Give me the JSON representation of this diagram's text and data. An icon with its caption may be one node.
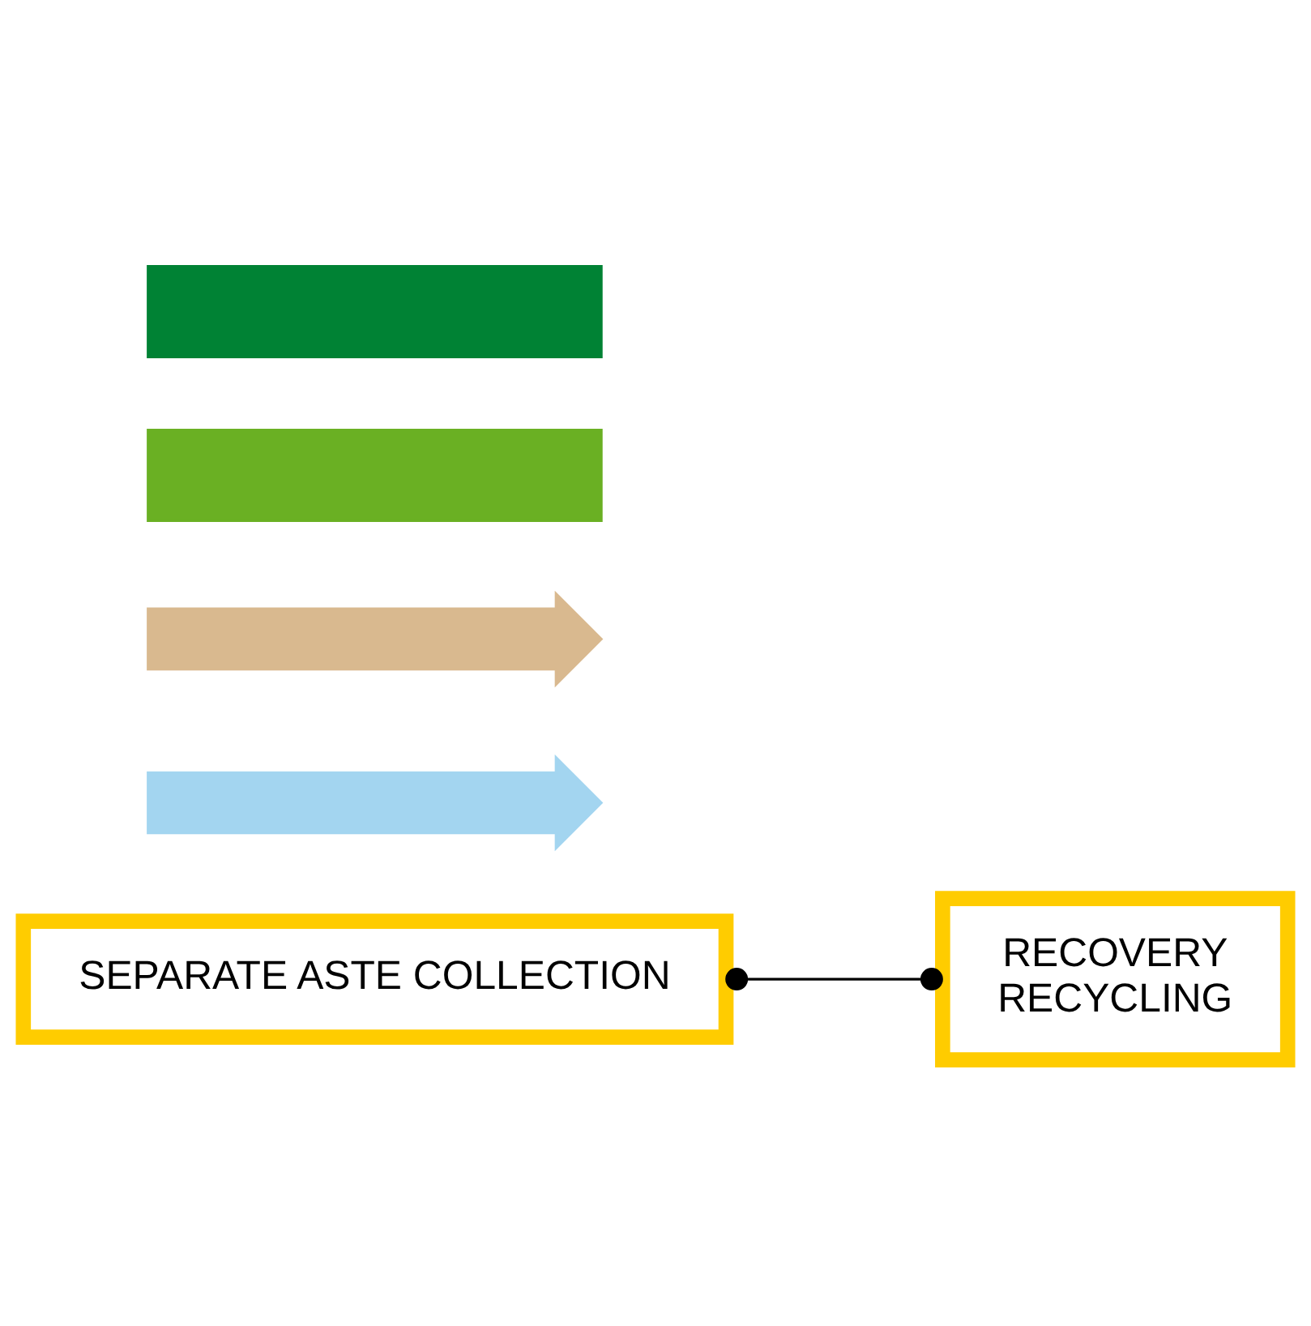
{
  "diagram": {
    "nodes": [
      {
        "text": [
          "SEPARATE ASTE COLLECTION"
        ]
      },
      {
        "text": [
          "RECOVERY",
          "RECYCLING"
        ]
      },
      {
        "text": [],
        "shape": "arrow"
      },
      {
        "text": [],
        "shape": "arrow"
      },
      {
        "text": [],
        "shape": "band"
      },
      {
        "text": [],
        "shape": "band"
      }
    ],
    "edges": [
      {
        "from": 0,
        "to": 1,
        "arrow": "other"
      }
    ]
  }
}
